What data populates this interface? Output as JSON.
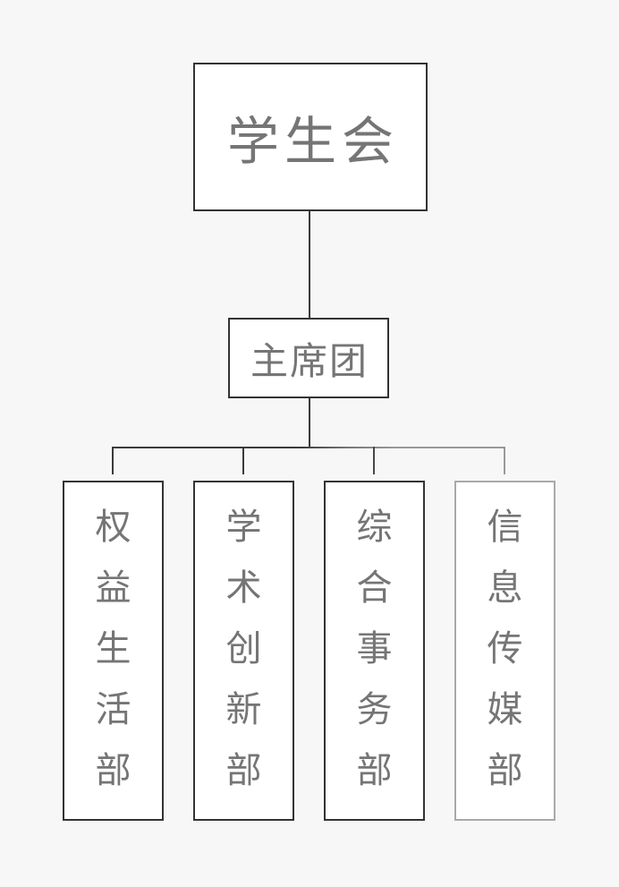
{
  "org": {
    "root": {
      "label": "学生会"
    },
    "executive": {
      "label": "主席团"
    },
    "departments": [
      {
        "label": "权益生活部"
      },
      {
        "label": "学术创新部"
      },
      {
        "label": "综合事务部"
      },
      {
        "label": "信息传媒部"
      }
    ]
  },
  "colors": {
    "background": "#f7f7f7",
    "box_bg": "#ffffff",
    "border_dark": "#333333",
    "border_light": "#a9a9a9",
    "text": "#757575",
    "line_dark": "#3a3a3a",
    "line_mid": "#777777",
    "line_light": "#999999"
  }
}
